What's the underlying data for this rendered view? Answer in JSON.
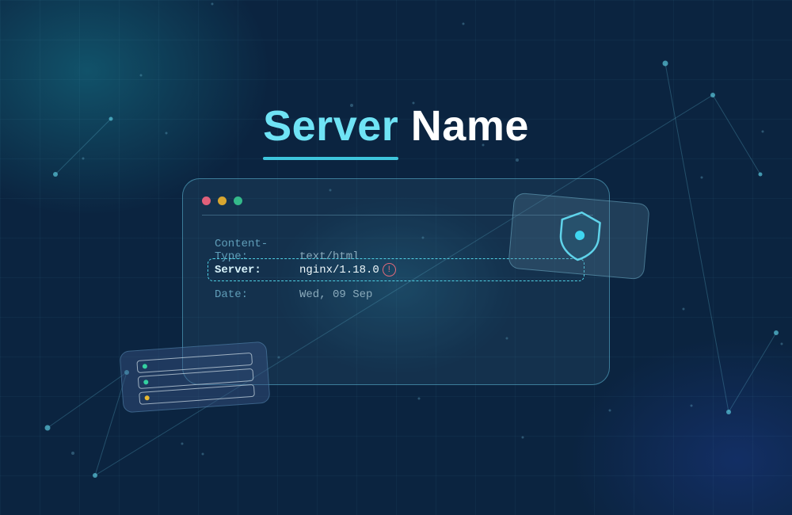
{
  "title": {
    "highlight": "Server",
    "rest": "Name"
  },
  "colors": {
    "accent": "#6fe3f5",
    "background": "#0b2440",
    "warning": "#e06a7a"
  },
  "window": {
    "dots": [
      "#e0607a",
      "#d8a630",
      "#34b98a"
    ],
    "headers": [
      {
        "key": "Content-Type:",
        "value": "text/html"
      },
      {
        "key": "Server:",
        "value": "nginx/1.18.0",
        "status_icon": "warning-icon"
      },
      {
        "key": "Date:",
        "value": "Wed, 09 Sep"
      }
    ]
  },
  "icons": {
    "shield": "shield-icon",
    "server_rack": "server-rack-icon"
  },
  "server_rack": {
    "leds": [
      "#34d0a0",
      "#34d0a0",
      "#e8b830"
    ]
  }
}
